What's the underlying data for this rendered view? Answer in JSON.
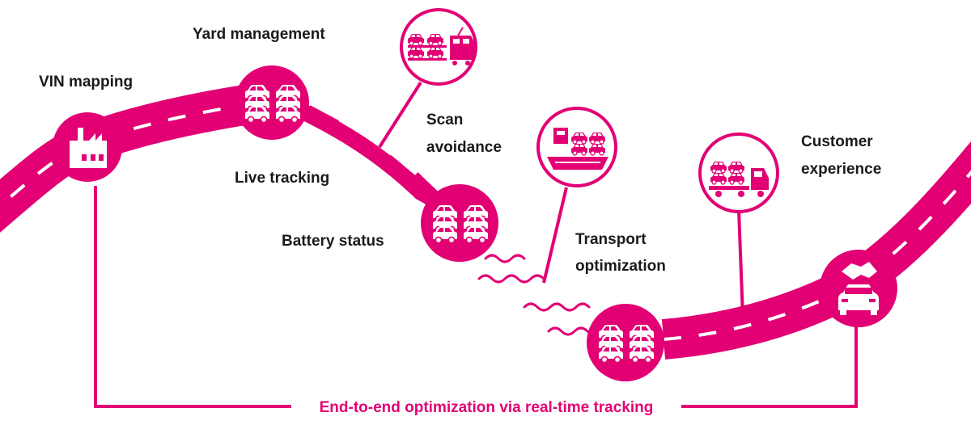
{
  "colors": {
    "accent": "#e20074",
    "text": "#1a1a1a",
    "background": "#ffffff",
    "dash": "#ffffff"
  },
  "labels": {
    "vin_mapping": "VIN mapping",
    "yard_management": "Yard management",
    "live_tracking": "Live tracking",
    "scan_line1": "Scan",
    "scan_line2": "avoidance",
    "battery_status": "Battery status",
    "transport_line1": "Transport",
    "transport_line2": "optimization",
    "customer_line1": "Customer",
    "customer_line2": "experience"
  },
  "footer": {
    "caption": "End-to-end optimization via real-time tracking"
  },
  "icons": {
    "factory": "factory-icon",
    "parked_cars": "parked-cars-icon",
    "train": "train-cars-icon",
    "ship": "ship-cars-icon",
    "truck": "truck-cars-icon",
    "handshake": "handshake-car-icon"
  }
}
